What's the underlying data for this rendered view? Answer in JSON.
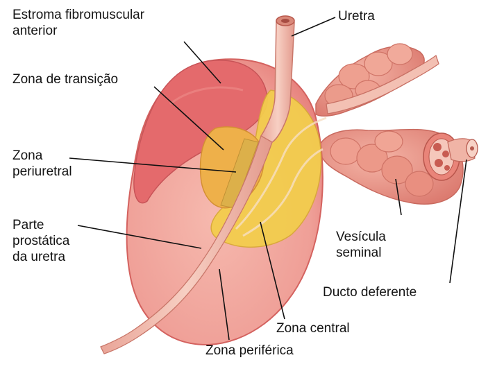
{
  "labels": {
    "estroma_line1": "Estroma fibromuscular",
    "estroma_line2": "anterior",
    "uretra": "Uretra",
    "zona_transicao": "Zona de transição",
    "periuretral_line1": "Zona",
    "periuretral_line2": "periuretral",
    "parte_line1": "Parte",
    "parte_line2": "prostática",
    "parte_line3": "da uretra",
    "vesicula_line1": "Vesícula",
    "vesicula_line2": "seminal",
    "ducto": "Ducto deferente",
    "zona_central": "Zona central",
    "zona_periferica": "Zona periférica"
  },
  "colors": {
    "prostate_outer": "#e46f6d",
    "prostate_fill": "#efa29b",
    "anterior_stroma": "#e26a6b",
    "central_zone": "#f2cf4c",
    "transition_zone": "#eeb44b",
    "urethra": "#f0b7a8",
    "vesicle": "#e89384",
    "leader_line": "#111111"
  }
}
